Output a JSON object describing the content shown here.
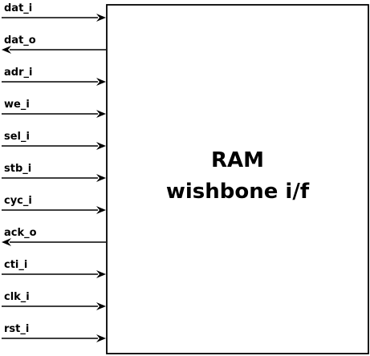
{
  "block": {
    "title_line1": "RAM",
    "title_line2": "wishbone i/f"
  },
  "signals": [
    {
      "name": "dat_i",
      "direction": "in"
    },
    {
      "name": "dat_o",
      "direction": "out"
    },
    {
      "name": "adr_i",
      "direction": "in"
    },
    {
      "name": "we_i",
      "direction": "in"
    },
    {
      "name": "sel_i",
      "direction": "in"
    },
    {
      "name": "stb_i",
      "direction": "in"
    },
    {
      "name": "cyc_i",
      "direction": "in"
    },
    {
      "name": "ack_o",
      "direction": "out"
    },
    {
      "name": "cti_i",
      "direction": "in"
    },
    {
      "name": "clk_i",
      "direction": "in"
    },
    {
      "name": "rst_i",
      "direction": "in"
    }
  ],
  "colors": {
    "stroke": "#000000",
    "background": "#ffffff"
  }
}
